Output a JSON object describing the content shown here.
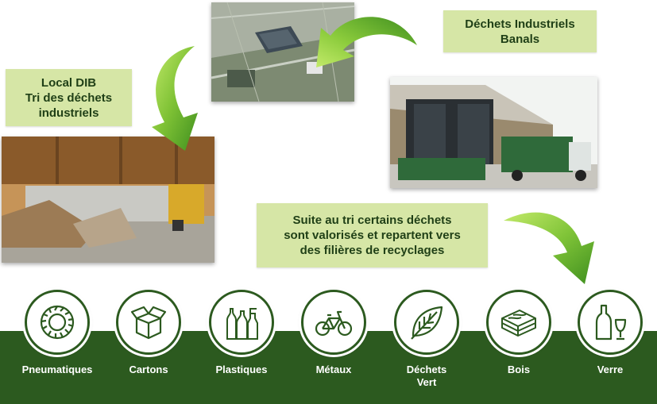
{
  "labels": {
    "dib_title": "Déchets Industriels",
    "dib_title_2": "Banals",
    "local_line1": "Local DIB",
    "local_line2": "Tri des déchets",
    "local_line3": "industriels",
    "suite_line1": "Suite au tri certains déchets",
    "suite_line2": "sont valorisés et repartent vers",
    "suite_line3": "des filières de recyclages"
  },
  "categories": [
    {
      "label": "Pneumatiques",
      "icon": "tire-icon"
    },
    {
      "label": "Cartons",
      "icon": "box-icon"
    },
    {
      "label": "Plastiques",
      "icon": "bottles-icon"
    },
    {
      "label": "Métaux",
      "icon": "bicycle-icon"
    },
    {
      "label": "Déchets",
      "label2": "Vert",
      "icon": "leaf-icon"
    },
    {
      "label": "Bois",
      "icon": "wood-planks-icon"
    },
    {
      "label": "Verre",
      "icon": "wine-glass-icon"
    }
  ],
  "colors": {
    "band": "#2c5a1f",
    "label_bg": "#d6e6a6",
    "arrow_light": "#b6e05a",
    "arrow_dark": "#3f8f1f"
  }
}
